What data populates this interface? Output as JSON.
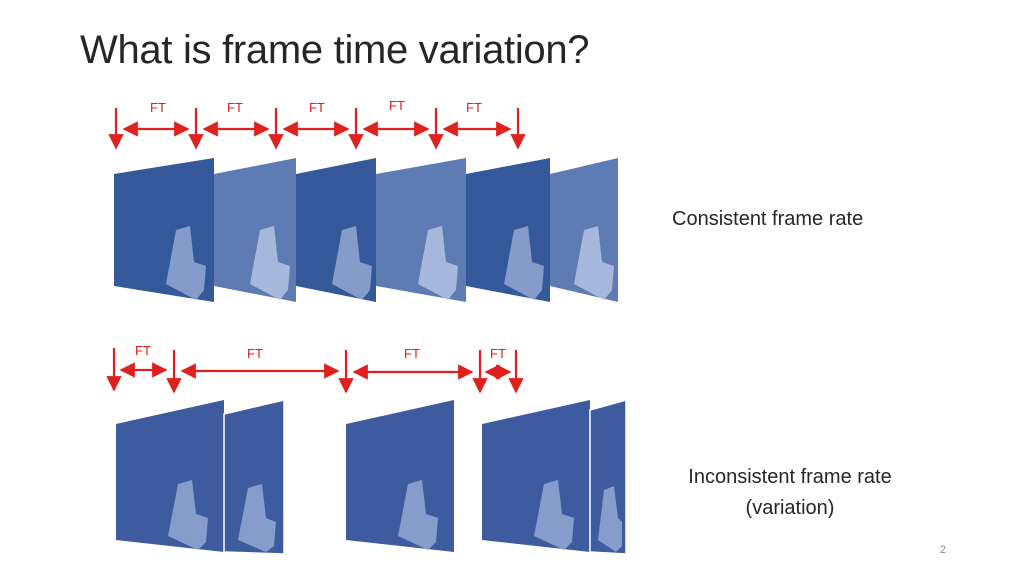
{
  "slide": {
    "title": "What is frame time variation?",
    "page_number": "2"
  },
  "consistent": {
    "caption": "Consistent frame rate",
    "ft_labels": [
      "FT",
      "FT",
      "FT",
      "FT",
      "FT"
    ]
  },
  "inconsistent": {
    "caption_line1": "Inconsistent frame rate",
    "caption_line2": "(variation)",
    "ft_labels": [
      "FT",
      "FT",
      "FT",
      "FT"
    ]
  },
  "colors": {
    "arrow": "#e0201c",
    "frame_dark": "#34589a",
    "frame_light": "#5f7bb4",
    "frame_inconsistent": "#3f5ba0",
    "text": "#262626"
  }
}
